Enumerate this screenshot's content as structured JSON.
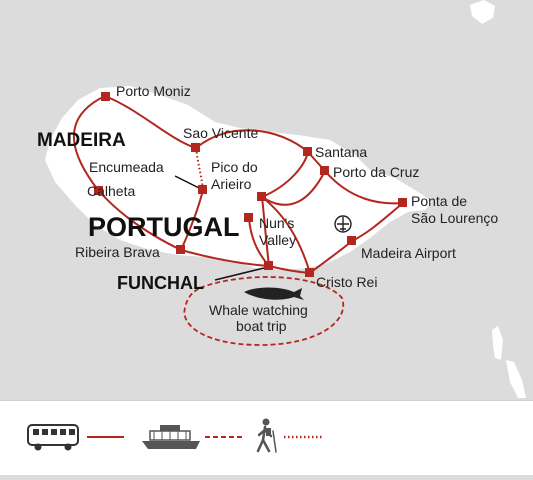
{
  "colors": {
    "sea": "#dcdcdc",
    "land": "#ffffff",
    "route": "#b3271e",
    "text": "#222222"
  },
  "labels": {
    "madeira": "MADEIRA",
    "portugal": "PORTUGAL",
    "funchal": "FUNCHAL",
    "porto_moniz": "Porto Moniz",
    "sao_vicente": "Sao Vicente",
    "encumeada": "Encumeada",
    "calheta": "Calheta",
    "pico_line1": "Pico do",
    "pico_line2": "Arieiro",
    "santana": "Santana",
    "porto_da_cruz": "Porto da Cruz",
    "ponta_line1": "Ponta de",
    "ponta_line2": "São Lourenço",
    "nuns_line1": "Nun's",
    "nuns_line2": "Valley",
    "madeira_airport": "Madeira Airport",
    "ribeira_brava": "Ribeira Brava",
    "cristo_rei": "Cristo Rei",
    "whale_line1": "Whale watching",
    "whale_line2": "boat trip"
  },
  "legend": [
    {
      "icon": "bus-icon",
      "line": "solid"
    },
    {
      "icon": "boat-icon",
      "line": "dashed"
    },
    {
      "icon": "hiker-icon",
      "line": "dotted"
    }
  ]
}
